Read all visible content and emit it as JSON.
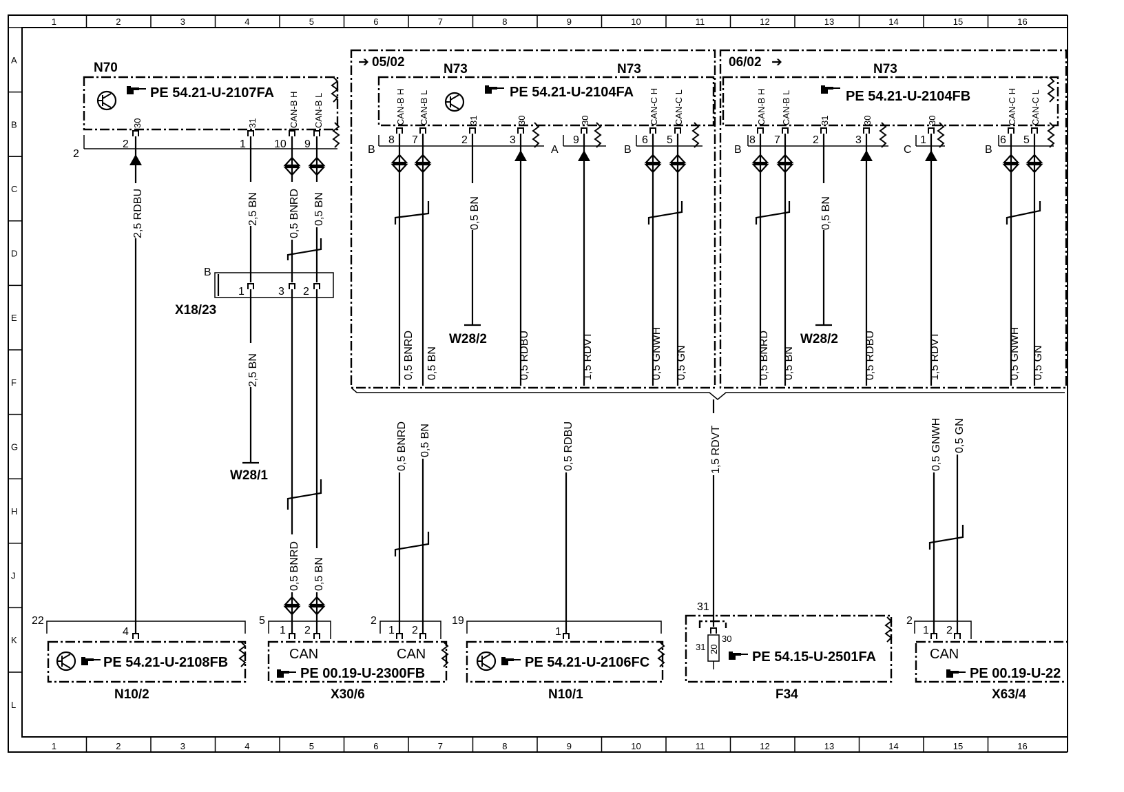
{
  "grid": {
    "cols": [
      "1",
      "2",
      "3",
      "4",
      "5",
      "6",
      "7",
      "8",
      "9",
      "10",
      "11",
      "12",
      "13",
      "14",
      "15",
      "16"
    ],
    "rows": [
      "A",
      "B",
      "C",
      "D",
      "E",
      "F",
      "G",
      "H",
      "J",
      "K",
      "L"
    ]
  },
  "top": {
    "n70": {
      "name": "N70",
      "ref": "PE 54.21-U-2107FA",
      "conn": "2",
      "pins": [
        {
          "num": "2",
          "sig": "30"
        },
        {
          "num": "1",
          "sig": "31"
        },
        {
          "num": "10",
          "sig": "CAN-B H"
        },
        {
          "num": "9",
          "sig": "CAN-B L"
        }
      ]
    },
    "n73a": {
      "tag": "05/02",
      "name1": "N73",
      "name2": "N73",
      "ref": "PE 54.21-U-2104FA",
      "pins": [
        {
          "num": "8",
          "sig": "CAN-B H"
        },
        {
          "num": "7",
          "sig": "CAN-B L"
        },
        {
          "num": "2",
          "sig": "31"
        },
        {
          "num": "3",
          "sig": "30"
        },
        {
          "num": "9",
          "sig": "30"
        },
        {
          "num": "6",
          "sig": "CAN-C H"
        },
        {
          "num": "5",
          "sig": "CAN-C L"
        }
      ],
      "conns": [
        "B",
        "A",
        "B"
      ]
    },
    "n73b": {
      "tag": "06/02",
      "name": "N73",
      "ref": "PE 54.21-U-2104FB",
      "pins": [
        {
          "num": "8",
          "sig": "CAN-B H"
        },
        {
          "num": "7",
          "sig": "CAN-B L"
        },
        {
          "num": "2",
          "sig": "31"
        },
        {
          "num": "3",
          "sig": "30"
        },
        {
          "num": "1",
          "sig": "30"
        },
        {
          "num": "6",
          "sig": "CAN-C H"
        },
        {
          "num": "5",
          "sig": "CAN-C L"
        }
      ],
      "conns": [
        "B",
        "C",
        "B"
      ]
    }
  },
  "x18": {
    "name": "X18/23",
    "conn": "B",
    "pins": [
      "1",
      "3",
      "2"
    ]
  },
  "wires": {
    "w_rdbu_n70": "2,5 RDBU",
    "w_bn_n70": "2,5 BN",
    "w_bnrd_n70": "0,5 BNRD",
    "w_bn2_n70": "0,5 BN",
    "w_bn_x18": "2,5 BN",
    "w_bnrd_low": "0,5 BNRD",
    "w_bn_low": "0,5 BN",
    "a_bnrd": "0,5 BNRD",
    "a_bn": "0,5 BN",
    "a_bn31": "0,5 BN",
    "a_rdbu": "0,5 RDBU",
    "a_rdvt": "1,5 RDVT",
    "a_gnwh": "0,5 GNWH",
    "a_gn": "0,5 GN",
    "b_bnrd": "0,5 BNRD",
    "b_bn": "0,5 BN",
    "b_bn31": "0,5 BN",
    "b_rdbu": "0,5 RDBU",
    "b_rdvt": "1,5 RDVT",
    "b_gnwh": "0,5 GNWH",
    "b_gn": "0,5 GN",
    "m_bnrd": "0,5 BNRD",
    "m_bn": "0,5 BN",
    "m_rdbu": "0,5 RDBU",
    "m_rdvt": "1,5 RDVT",
    "m_gnwh": "0,5 GNWH",
    "m_gn": "0,5 GN"
  },
  "grounds": {
    "w281": "W28/1",
    "w282a": "W28/2",
    "w282b": "W28/2"
  },
  "bottom": {
    "n102": {
      "name": "N10/2",
      "ref": "PE 54.21-U-2108FB",
      "conn": "22",
      "pin": "4"
    },
    "x306": {
      "name": "X30/6",
      "ref": "PE 00.19-U-2300FB",
      "conn1": "5",
      "conn2": "2",
      "can1": "CAN",
      "can2": "CAN",
      "pins1": [
        "1",
        "2"
      ],
      "pins2": [
        "1",
        "2"
      ]
    },
    "n101": {
      "name": "N10/1",
      "ref": "PE 54.21-U-2106FC",
      "conn": "19",
      "pin": "1"
    },
    "f34": {
      "name": "F34",
      "ref": "PE 54.15-U-2501FA",
      "conn": "31",
      "fuse": "20",
      "p1": "31",
      "p2": "30"
    },
    "x634": {
      "name": "X63/4",
      "ref": "PE 00.19-U-22",
      "conn": "2",
      "can": "CAN",
      "pins": [
        "1",
        "2"
      ]
    }
  }
}
